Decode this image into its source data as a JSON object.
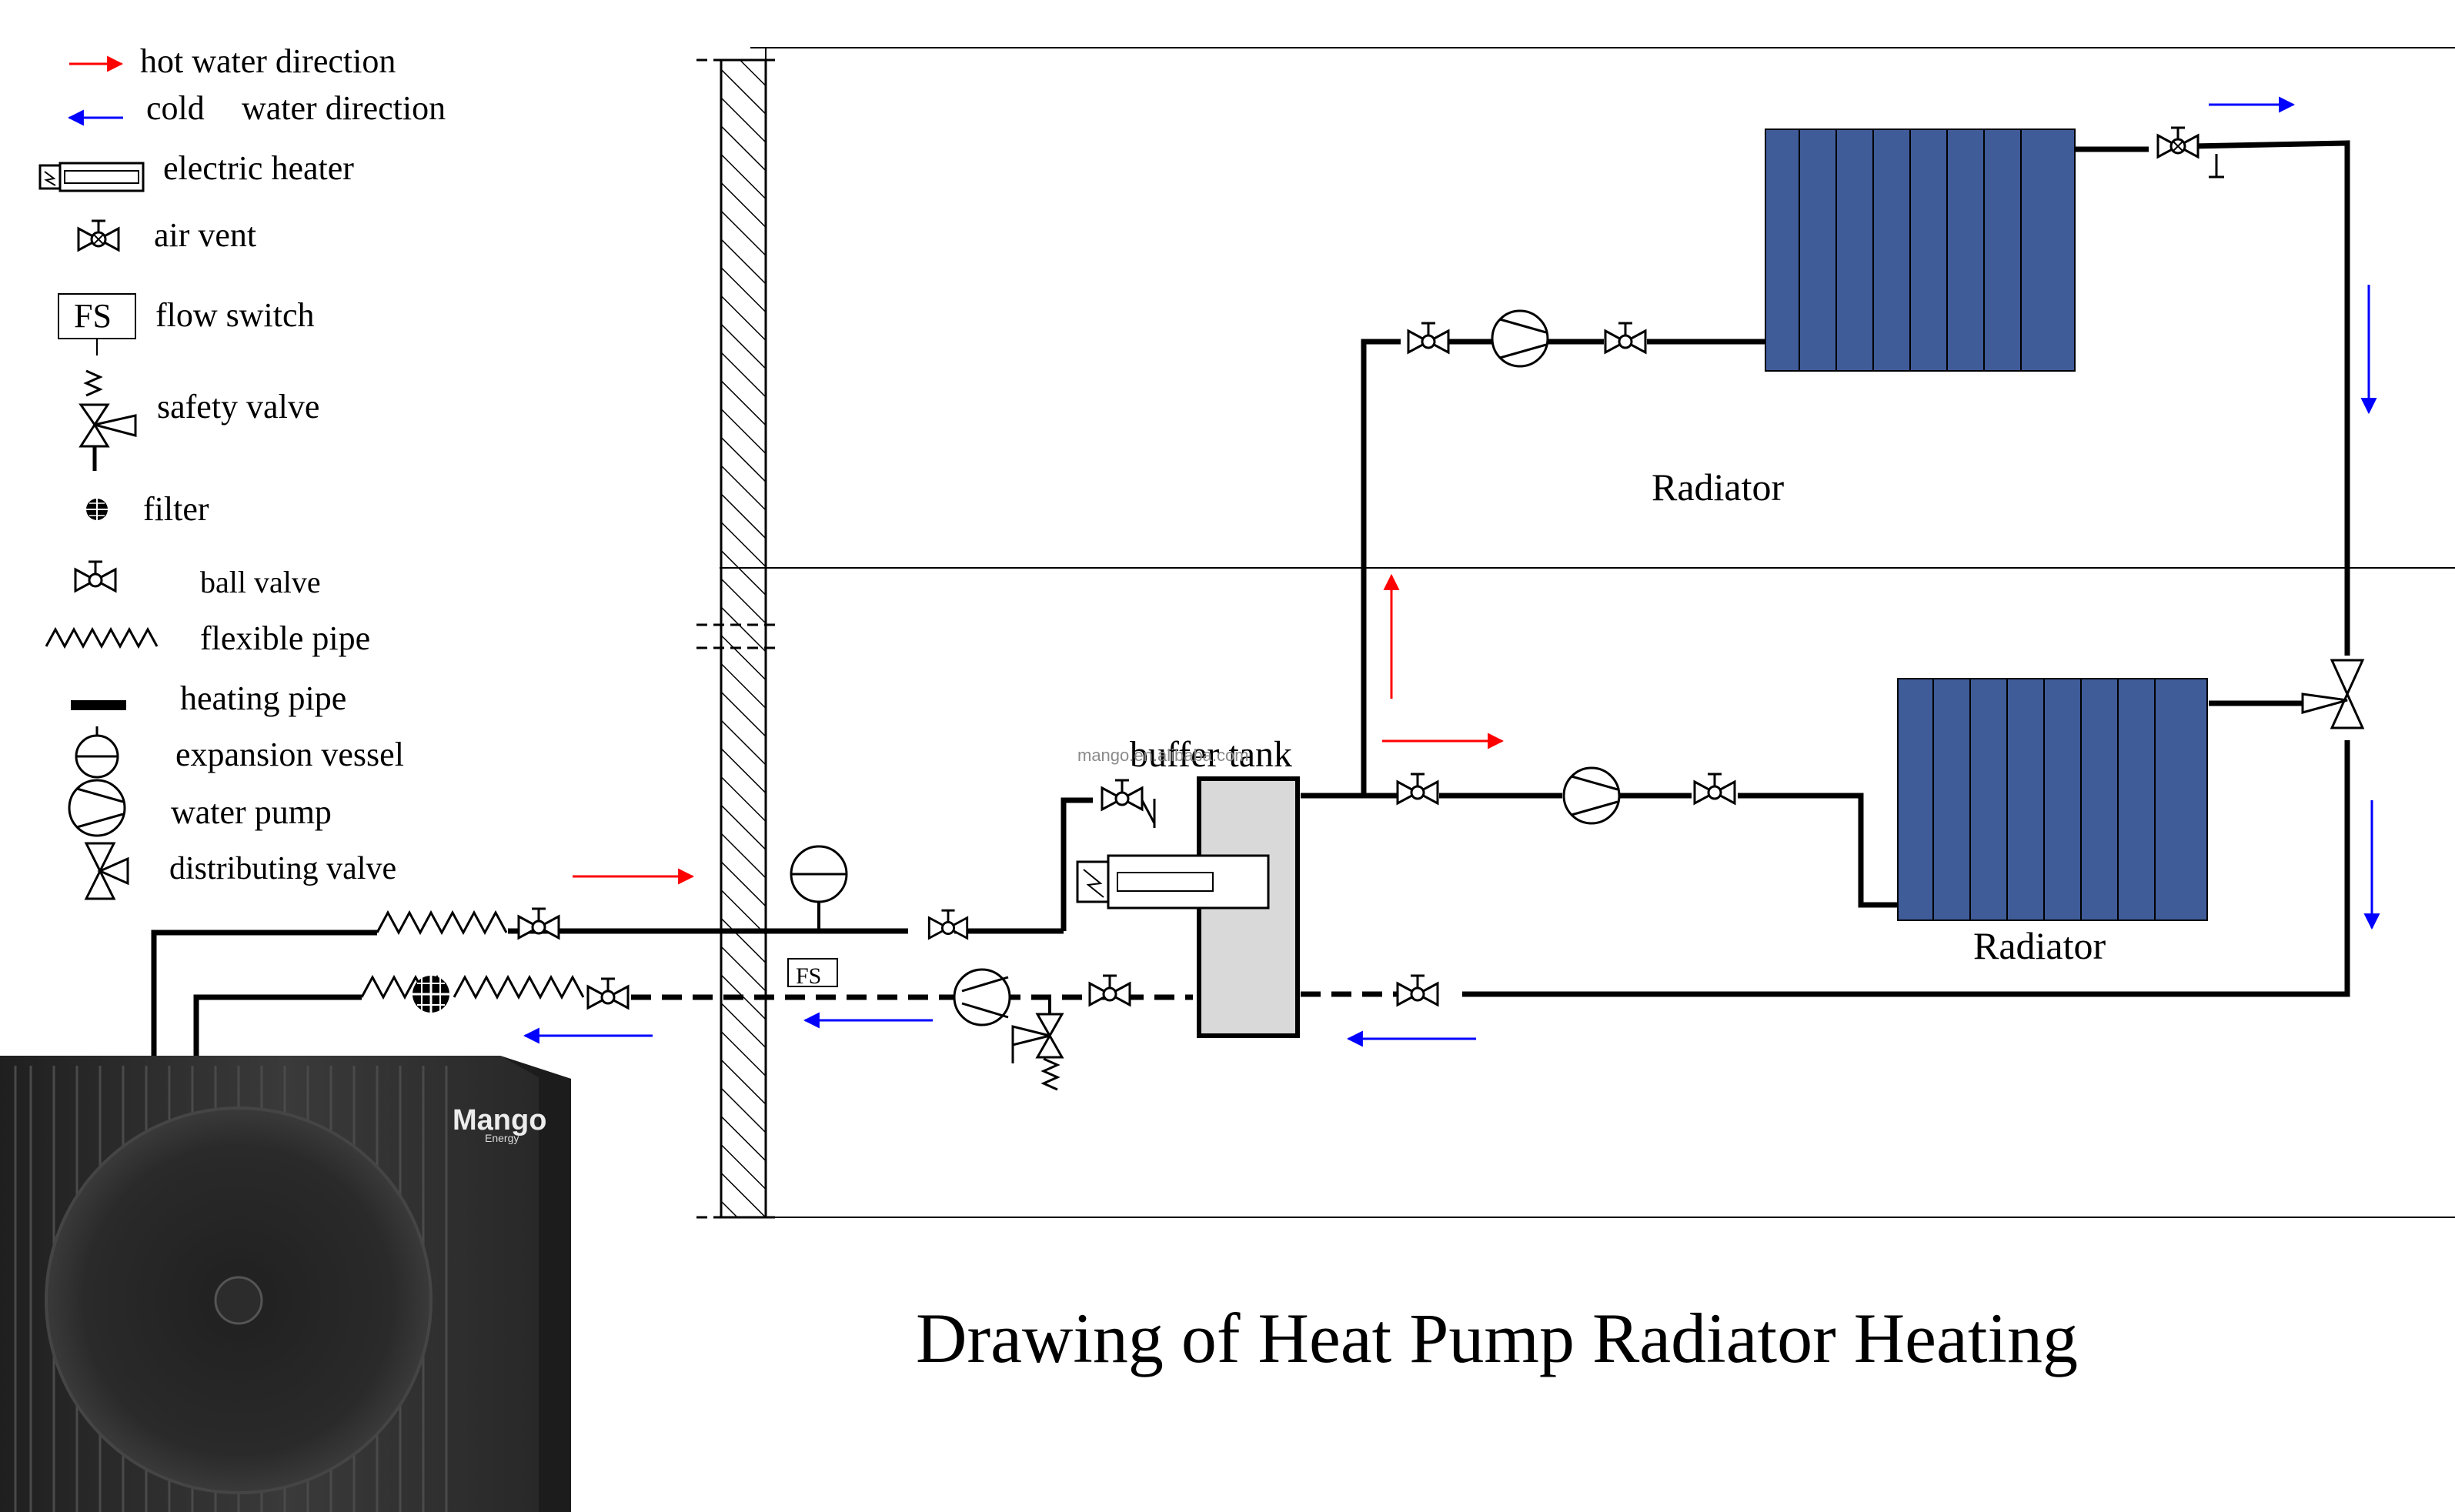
{
  "title": "Drawing of Heat Pump Radiator Heating",
  "legend": {
    "hot_water": "hot water direction",
    "cold_water_1": "cold",
    "cold_water_2": "water direction",
    "electric_heater": "electric heater",
    "air_vent": "air vent",
    "flow_switch_symbol": "FS",
    "flow_switch": "flow switch",
    "safety_valve": "safety valve",
    "filter": "filter",
    "ball_valve": "ball valve",
    "flexible_pipe": "flexible pipe",
    "heating_pipe": "heating pipe",
    "expansion_vessel": "expansion vessel",
    "water_pump": "water pump",
    "distributing_valve": "distributing valve"
  },
  "labels": {
    "radiator_upper": "Radiator",
    "radiator_lower": "Radiator",
    "buffer_tank": "buffer tank",
    "flow_switch_inline": "FS"
  },
  "watermark": "mango.en.alibaba.com",
  "logo": {
    "brand": "Mango",
    "sub": "Energy"
  },
  "colors": {
    "hot": "#ff0000",
    "cold": "#0000ff",
    "radiator_fill": "#3f5c99",
    "tank_fill": "#d9d9d9",
    "unit_body": "#2f2f2f"
  }
}
